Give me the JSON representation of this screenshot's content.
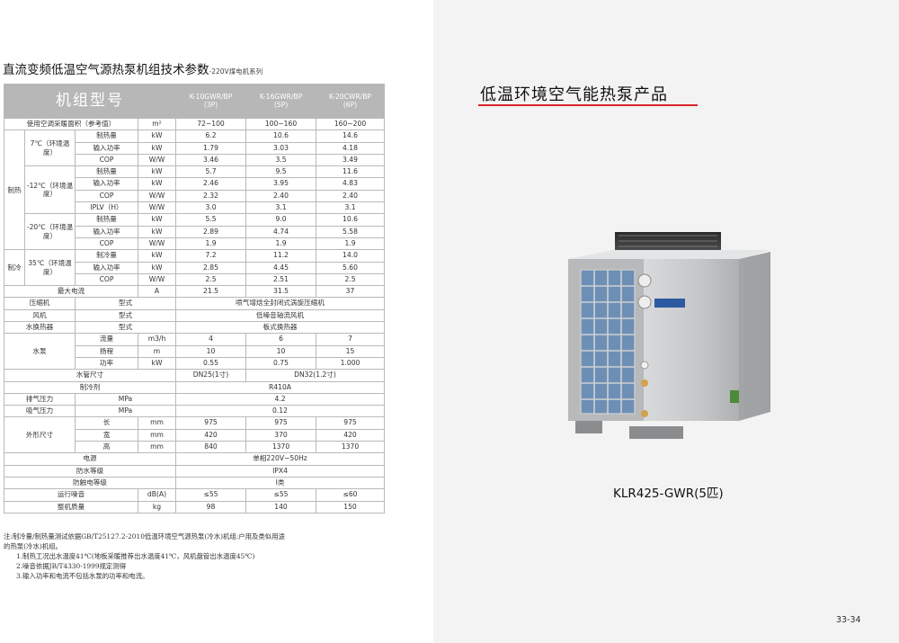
{
  "title": "直流变频低温空气源热泵机组技术参数",
  "title_suffix": "-220V煤电机系列",
  "table": {
    "header_label": "机组型号",
    "models": [
      {
        "name": "K-10GWR/BP",
        "hp": "(3P)"
      },
      {
        "name": "K-16GWR/BP",
        "hp": "(5P)"
      },
      {
        "name": "K-20CWR/BP",
        "hp": "(6P)"
      }
    ],
    "area": {
      "label": "使用空调采暖面积（参考值）",
      "unit": "m²",
      "values": [
        "72~100",
        "100~160",
        "160~200"
      ]
    },
    "heating_label": "制热",
    "cooling_label": "制冷",
    "heating_conditions": [
      {
        "condition": "7℃（环境温度）",
        "rows": [
          {
            "item": "制热量",
            "unit": "kW",
            "values": [
              "6.2",
              "10.6",
              "14.6"
            ]
          },
          {
            "item": "输入功率",
            "unit": "kW",
            "values": [
              "1.79",
              "3.03",
              "4.18"
            ]
          },
          {
            "item": "COP",
            "unit": "W/W",
            "values": [
              "3.46",
              "3.5",
              "3.49"
            ]
          }
        ]
      },
      {
        "condition": "-12℃（环境温度）",
        "rows": [
          {
            "item": "制热量",
            "unit": "kW",
            "values": [
              "5.7",
              "9.5",
              "11.6"
            ]
          },
          {
            "item": "输入功率",
            "unit": "kW",
            "values": [
              "2.46",
              "3.95",
              "4.83"
            ]
          },
          {
            "item": "COP",
            "unit": "W/W",
            "values": [
              "2.32",
              "2.40",
              "2.40"
            ]
          },
          {
            "item": "IPLV（H）",
            "unit": "W/W",
            "values": [
              "3.0",
              "3.1",
              "3.1"
            ]
          }
        ]
      },
      {
        "condition": "-20℃（环境温度）",
        "rows": [
          {
            "item": "制热量",
            "unit": "kW",
            "values": [
              "5.5",
              "9.0",
              "10.6"
            ]
          },
          {
            "item": "输入功率",
            "unit": "kW",
            "values": [
              "2.89",
              "4.74",
              "5.58"
            ]
          },
          {
            "item": "COP",
            "unit": "W/W",
            "values": [
              "1.9",
              "1.9",
              "1.9"
            ]
          }
        ]
      }
    ],
    "cooling_conditions": [
      {
        "condition": "35℃（环境温度）",
        "rows": [
          {
            "item": "制冷量",
            "unit": "kW",
            "values": [
              "7.2",
              "11.2",
              "14.0"
            ]
          },
          {
            "item": "输入功率",
            "unit": "kW",
            "values": [
              "2.85",
              "4.45",
              "5.60"
            ]
          },
          {
            "item": "COP",
            "unit": "W/W",
            "values": [
              "2.5",
              "2.51",
              "2.5"
            ]
          }
        ]
      }
    ],
    "max_current": {
      "label": "最大电流",
      "unit": "A",
      "values": [
        "21.5",
        "31.5",
        "37"
      ]
    },
    "compressor": {
      "label": "压缩机",
      "item": "型式",
      "value": "喷气增焓全封闭式涡旋压缩机"
    },
    "fan": {
      "label": "风机",
      "item": "型式",
      "value": "低噪音轴流风机"
    },
    "heat_exchanger": {
      "label": "水换热器",
      "item": "型式",
      "value": "板式换热器"
    },
    "pump": {
      "label": "水泵",
      "rows": [
        {
          "item": "流量",
          "unit": "m3/h",
          "values": [
            "4",
            "6",
            "7"
          ]
        },
        {
          "item": "扬程",
          "unit": "m",
          "values": [
            "10",
            "10",
            "15"
          ]
        },
        {
          "item": "功率",
          "unit": "kW",
          "values": [
            "0.55",
            "0.75",
            "1.000"
          ]
        }
      ]
    },
    "pipe": {
      "label": "水管尺寸",
      "value_a": "DN25(1寸)",
      "value_b": "DN32(1.2寸)"
    },
    "refrigerant": {
      "label": "制冷剂",
      "value": "R410A"
    },
    "discharge_pressure": {
      "label": "排气压力",
      "unit": "MPa",
      "value": "4.2"
    },
    "suction_pressure": {
      "label": "吸气压力",
      "unit": "MPa",
      "value": "0.12"
    },
    "dimensions": {
      "label": "外形尺寸",
      "rows": [
        {
          "item": "长",
          "unit": "mm",
          "values": [
            "975",
            "975",
            "975"
          ]
        },
        {
          "item": "宽",
          "unit": "mm",
          "values": [
            "420",
            "370",
            "420"
          ]
        },
        {
          "item": "高",
          "unit": "mm",
          "values": [
            "840",
            "1370",
            "1370"
          ]
        }
      ]
    },
    "power": {
      "label": "电源",
      "value": "单相220V~50Hz"
    },
    "water_proof": {
      "label": "防水等级",
      "value": "IPX4"
    },
    "shock_proof": {
      "label": "防触电等级",
      "value": "I类"
    },
    "noise": {
      "label": "运行噪音",
      "unit": "dB(A)",
      "values": [
        "≤55",
        "≤55",
        "≤60"
      ]
    },
    "weight": {
      "label": "整机质量",
      "unit": "kg",
      "values": [
        "98",
        "140",
        "150"
      ]
    }
  },
  "notes": {
    "line1": "注:制冷量/制热量测试依据GB/T25127.2-2010低温环境空气源热泵(冷水)机组:户用及类似用途",
    "line2": "的热泵(冷水)机组。",
    "line3": "1.制热工况出水温度41℃(地板采暖推荐出水温度41℃，风机盘管出水温度45℃)",
    "line4": "2.噪音依据JB/T4330-1999规定测得",
    "line5": "3.输入功率和电流不包括水泵的功率和电流。"
  },
  "right": {
    "heading": "低温环境空气能热泵产品",
    "model": "KLR425-GWR(5匹)",
    "page_number": "33-34",
    "accent_color": "#d9262c"
  }
}
